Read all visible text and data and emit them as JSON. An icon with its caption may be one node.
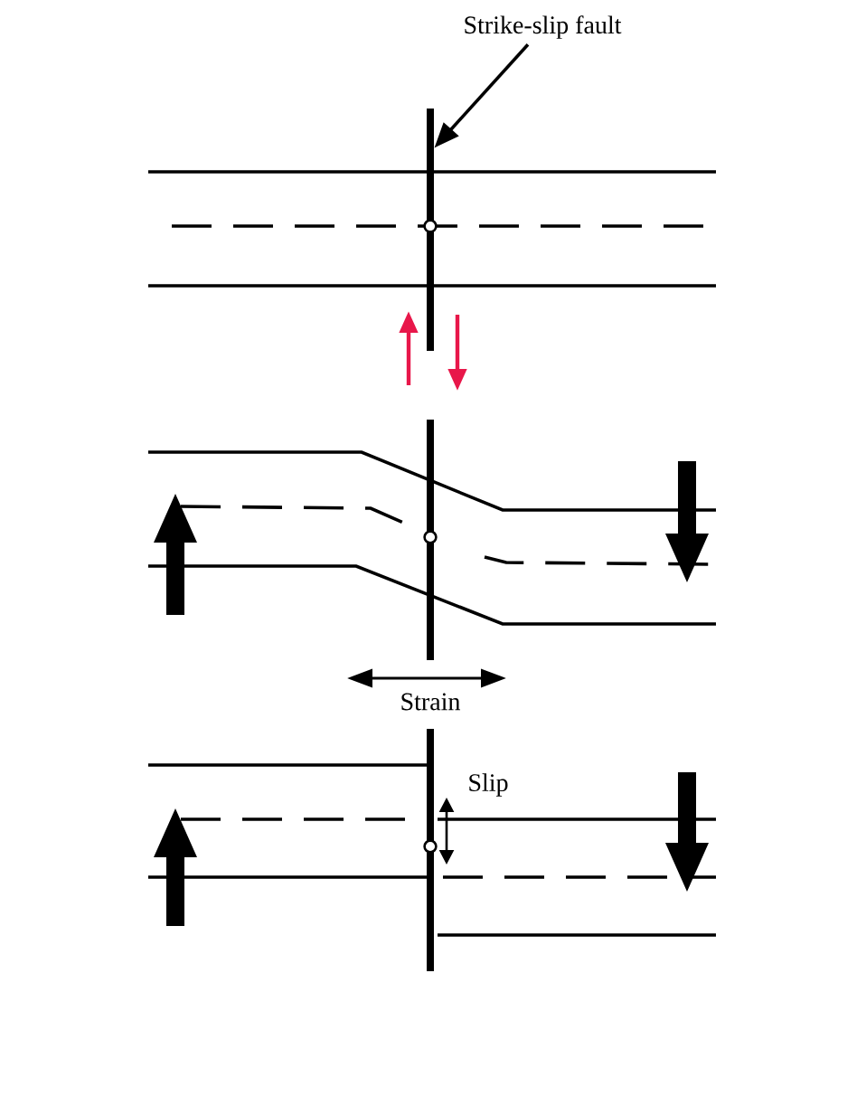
{
  "diagram": {
    "nodes": [
      {
        "text": [
          "Strike-slip fault"
        ]
      },
      {
        "text": [],
        "shape": "bar"
      }
    ],
    "edges": [
      {
        "from": 0,
        "to": 1,
        "arrow": "to"
      }
    ],
    "labels": [
      "Strain",
      "Slip"
    ]
  }
}
